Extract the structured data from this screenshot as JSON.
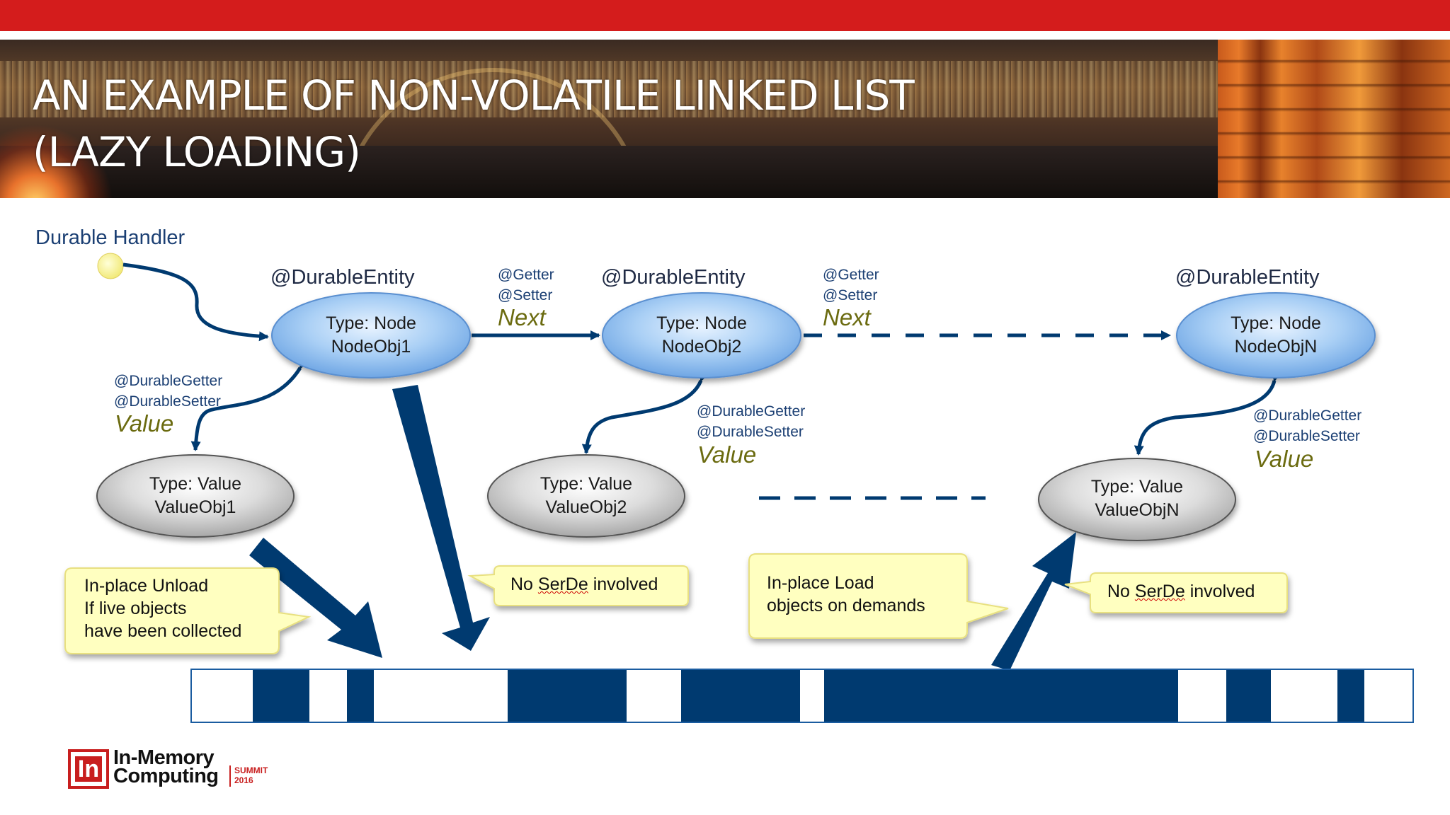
{
  "slide": {
    "title_line1": "AN EXAMPLE OF NON-VOLATILE LINKED LIST",
    "title_line2": "(LAZY LOADING)"
  },
  "handler": {
    "label": "Durable Handler"
  },
  "nodes": [
    {
      "annotation": "@DurableEntity",
      "type": "Type: Node",
      "name": "NodeObj1"
    },
    {
      "annotation": "@DurableEntity",
      "type": "Type: Node",
      "name": "NodeObj2"
    },
    {
      "annotation": "@DurableEntity",
      "type": "Type: Node",
      "name": "NodeObjN"
    }
  ],
  "next_links": [
    {
      "getter": "@Getter",
      "setter": "@Setter",
      "field": "Next"
    },
    {
      "getter": "@Getter",
      "setter": "@Setter",
      "field": "Next"
    }
  ],
  "value_links": [
    {
      "getter": "@DurableGetter",
      "setter": "@DurableSetter",
      "field": "Value"
    },
    {
      "getter": "@DurableGetter",
      "setter": "@DurableSetter",
      "field": "Value"
    },
    {
      "getter": "@DurableGetter",
      "setter": "@DurableSetter",
      "field": "Value"
    }
  ],
  "values": [
    {
      "type": "Type: Value",
      "name": "ValueObj1"
    },
    {
      "type": "Type: Value",
      "name": "ValueObj2"
    },
    {
      "type": "Type: Value",
      "name": "ValueObjN"
    }
  ],
  "callouts": {
    "unload": {
      "line1": "In-place Unload",
      "line2": "If live objects",
      "line3": "have been collected"
    },
    "serde1": {
      "prefix": "No ",
      "word": "SerDe",
      "suffix": " involved"
    },
    "load": {
      "line1": "In-place Load",
      "line2": "objects on demands"
    },
    "serde2": {
      "prefix": "No ",
      "word": "SerDe",
      "suffix": " involved"
    }
  },
  "memory_bar": {
    "colors": {
      "filled": "#003a70",
      "empty": "#ffffff",
      "border": "#1a5ca0"
    }
  },
  "footer": {
    "logo_glyph": "In",
    "brand_line1": "In-Memory",
    "brand_line2": "Computing",
    "summit_line1": "SUMMIT",
    "summit_line2": "2016"
  },
  "colors": {
    "accent_red": "#d41c1c",
    "arrow_navy": "#003a70",
    "node_blue": "#9dc7f2",
    "value_gray": "#d6d6d6",
    "callout_yellow": "#ffffc0"
  }
}
